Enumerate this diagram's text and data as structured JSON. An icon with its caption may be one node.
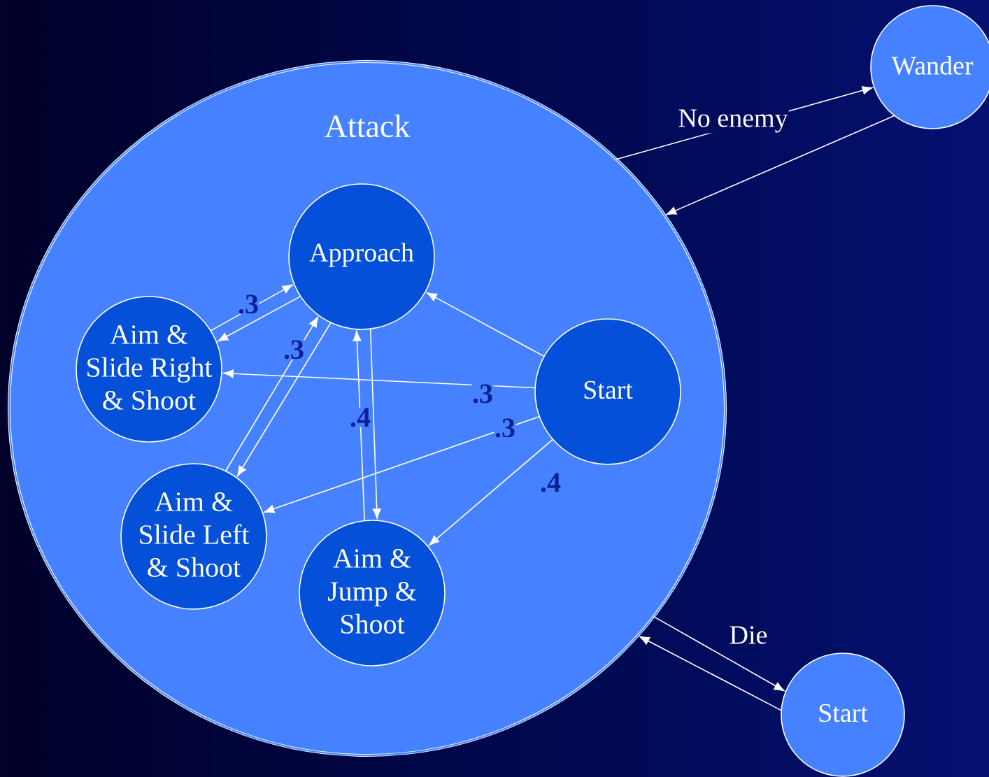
{
  "diagram": {
    "nodes": [
      {
        "text": [
          "Attack"
        ]
      },
      {
        "text": [
          "Approach"
        ],
        "in": 0
      },
      {
        "text": [
          "Aim & Slide Right & Shoot"
        ],
        "in": 0
      },
      {
        "text": [
          "Start"
        ],
        "in": 0
      },
      {
        "text": [
          "Aim & Slide Left & Shoot"
        ],
        "in": 0
      },
      {
        "text": [
          "Aim & Jump & Shoot"
        ],
        "in": 0
      },
      {
        "text": [
          "Wander"
        ]
      },
      {
        "text": [
          "Start"
        ]
      }
    ],
    "edges": [
      {
        "from": 1,
        "to": 2,
        "arrow": "to",
        "label": ".3"
      },
      {
        "from": 2,
        "to": 1,
        "arrow": "to"
      },
      {
        "from": 1,
        "to": 4,
        "arrow": "to",
        "label": ".3"
      },
      {
        "from": 4,
        "to": 1,
        "arrow": "to"
      },
      {
        "from": 1,
        "to": 5,
        "arrow": "to",
        "label": ".4"
      },
      {
        "from": 5,
        "to": 1,
        "arrow": "to"
      },
      {
        "from": 3,
        "to": 1,
        "arrow": "to"
      },
      {
        "from": 3,
        "to": 2,
        "arrow": "to",
        "label": ".3"
      },
      {
        "from": 3,
        "to": 4,
        "arrow": "to",
        "label": ".3"
      },
      {
        "from": 3,
        "to": 5,
        "arrow": "to",
        "label": ".4"
      },
      {
        "from": 0,
        "to": 6,
        "arrow": "to",
        "label": "No enemy"
      },
      {
        "from": 6,
        "to": 0,
        "arrow": "to"
      },
      {
        "from": 0,
        "to": 7,
        "arrow": "to",
        "label": "Die"
      },
      {
        "from": 7,
        "to": 0,
        "arrow": "to"
      }
    ]
  }
}
